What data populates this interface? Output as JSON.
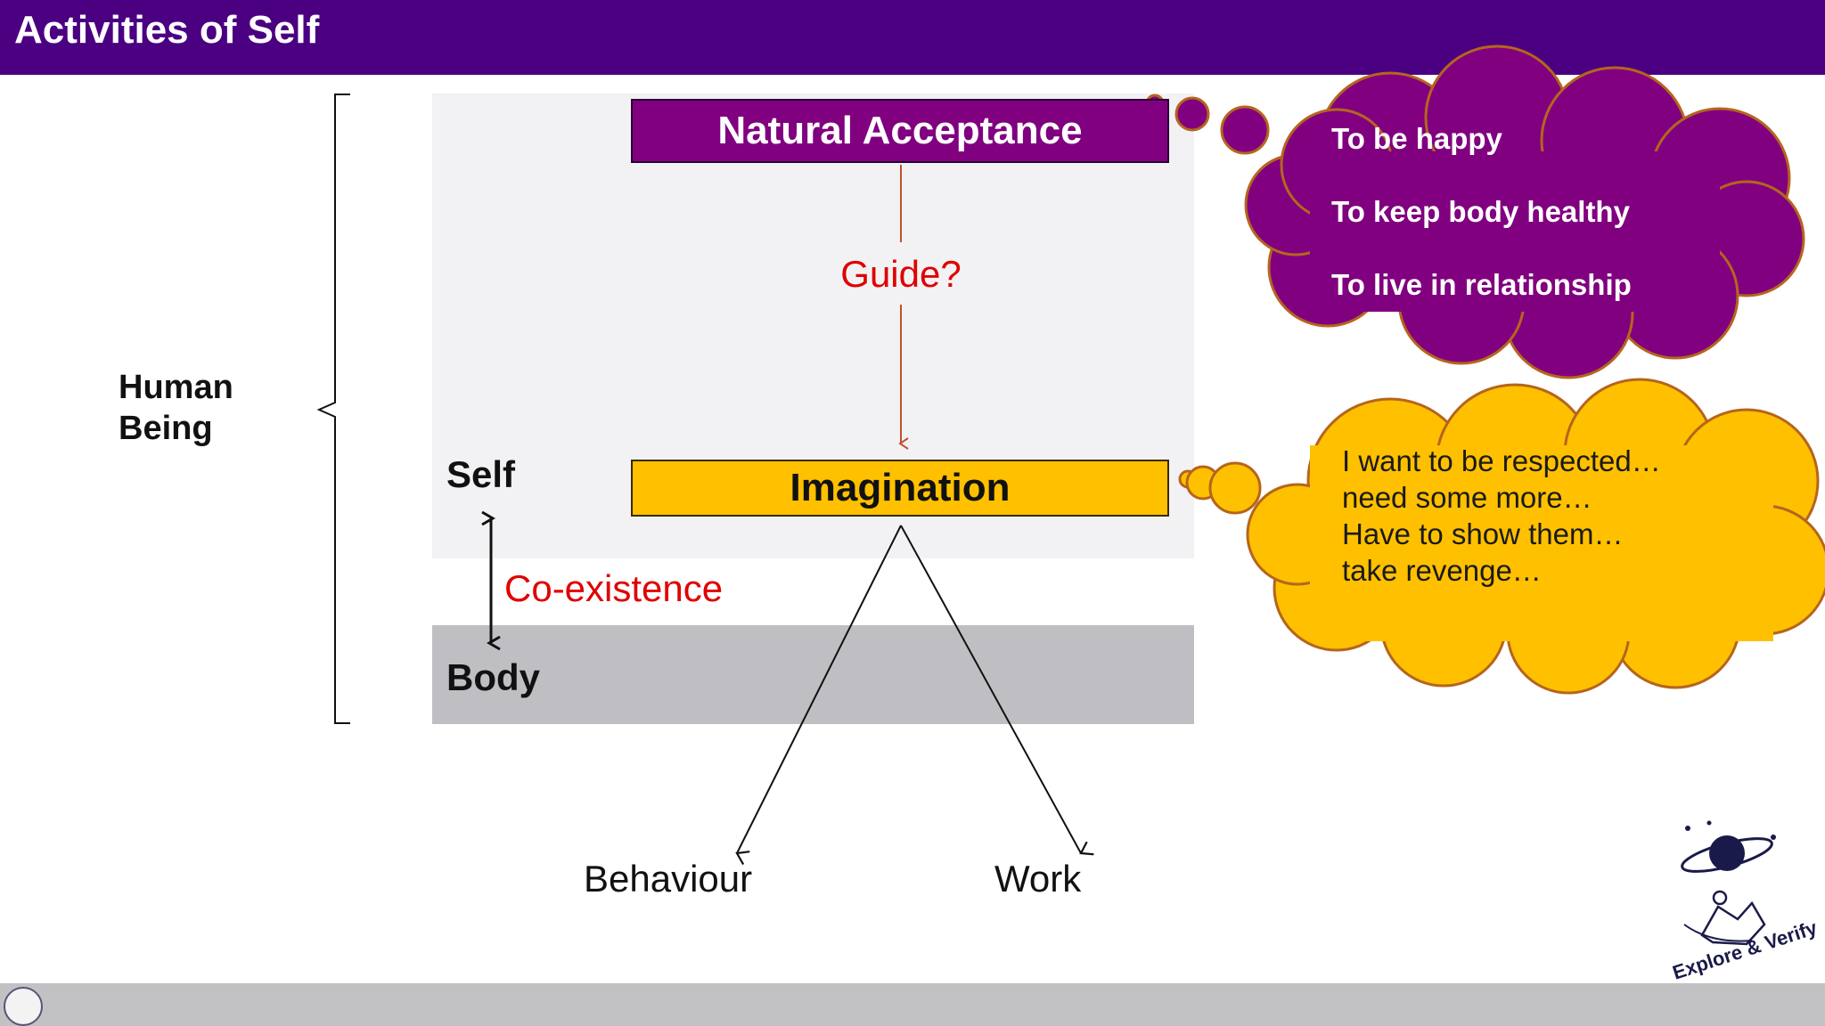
{
  "header": {
    "title": "Activities of Self"
  },
  "diagram": {
    "natural_acceptance": "Natural Acceptance",
    "guide_label": "Guide?",
    "imagination": "Imagination",
    "self_label": "Self",
    "body_label": "Body",
    "coexistence_label": "Co-existence",
    "human_being": [
      "Human",
      "Being"
    ],
    "outcomes": [
      "Behaviour",
      "Work"
    ]
  },
  "purple_cloud": {
    "lines": [
      "To be happy",
      "To keep body healthy",
      "To live in relationship"
    ]
  },
  "yellow_cloud": {
    "lines": [
      "I want to be respected…",
      "need some more…",
      "Have to show them…",
      "take revenge…"
    ]
  },
  "logo": {
    "text": "Explore & Verify"
  },
  "colors": {
    "title_bar": "#4b0082",
    "natural_acceptance_fill": "#800080",
    "imagination_fill": "#ffc000",
    "cloud_outline": "#b5651d",
    "red_text": "#e00000",
    "footer": "#c2c1c4"
  }
}
